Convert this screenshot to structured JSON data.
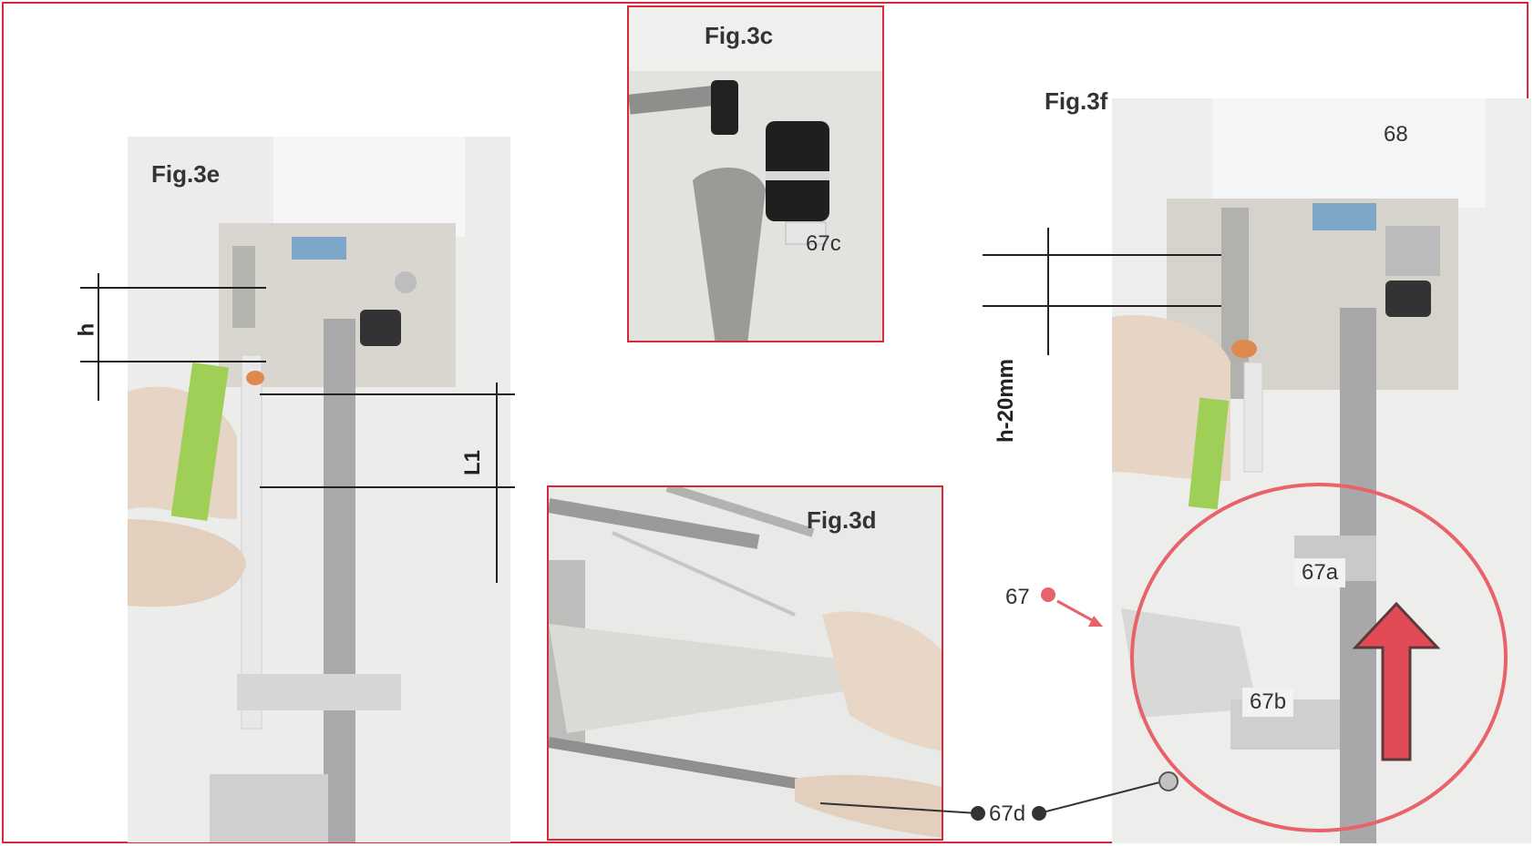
{
  "figures": {
    "fig3e": {
      "title": "Fig.3e",
      "dim_h": "h",
      "dim_l1": "L1"
    },
    "fig3c": {
      "title": "Fig.3c",
      "label_67c": "67c"
    },
    "fig3f": {
      "title": "Fig.3f",
      "label_68": "68",
      "dim_h20": "h-20mm",
      "label_67": "67",
      "label_67a": "67a",
      "label_67b": "67b"
    },
    "fig3d": {
      "title": "Fig.3d",
      "label_67d": "67d"
    }
  },
  "colors": {
    "frame": "#d8283a",
    "circle": "#e8626a",
    "arrow": "#e24b55"
  },
  "icons": [
    "up-arrow-icon",
    "pointer-dot-icon"
  ]
}
